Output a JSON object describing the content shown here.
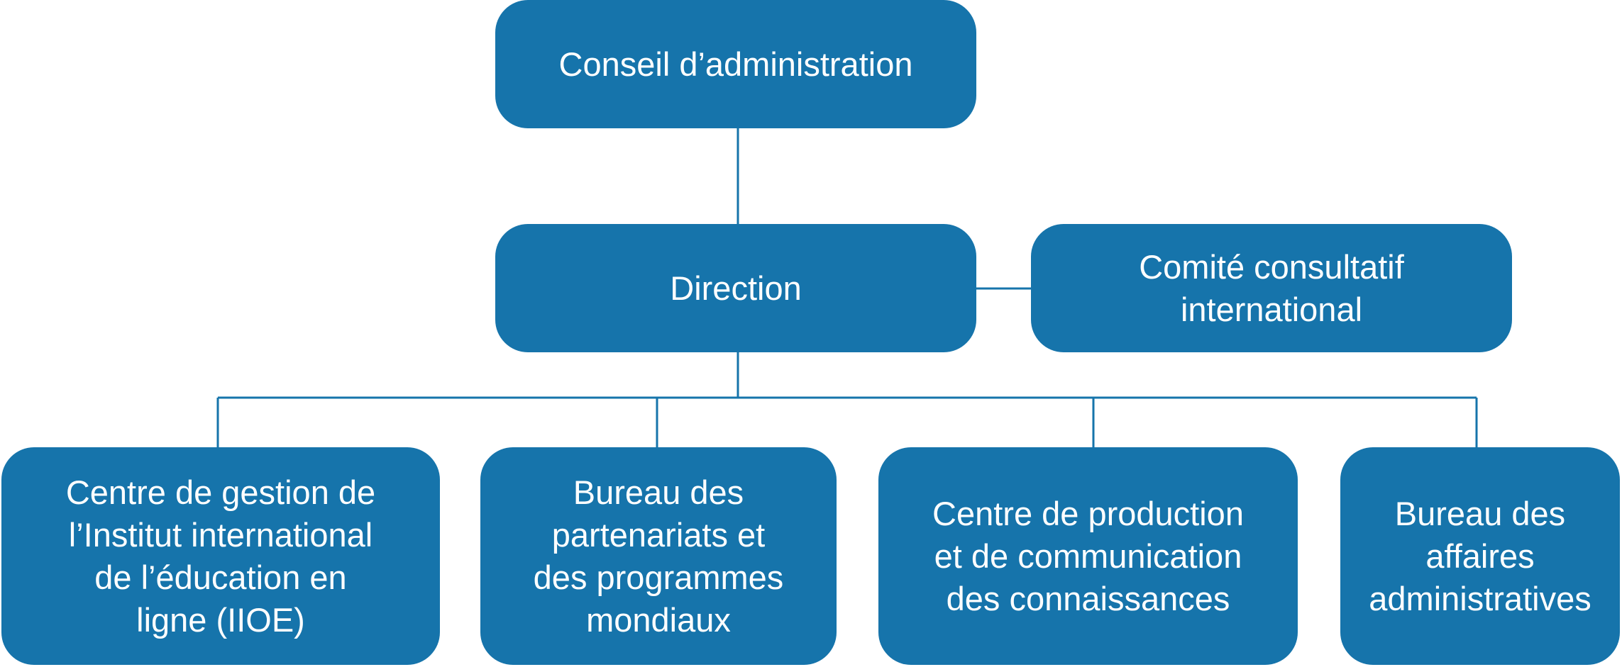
{
  "colors": {
    "box": "#1674ab",
    "text": "#ffffff",
    "connector": "#1674ab",
    "background": "#ffffff"
  },
  "nodes": {
    "board": {
      "label": "Conseil d’administration"
    },
    "direction": {
      "label": "Direction"
    },
    "advisory": {
      "label": "Comité consultatif\ninternational"
    },
    "iioe": {
      "label": "Centre de gestion de\nl’Institut international\nde l’éducation en\nligne (IIOE)"
    },
    "partnerships": {
      "label": "Bureau des\npartenariats et\ndes programmes\nmondiaux"
    },
    "knowledge": {
      "label": "Centre de production\net de communication\ndes connaissances"
    },
    "admin": {
      "label": "Bureau des\naffaires\nadministratives"
    }
  }
}
